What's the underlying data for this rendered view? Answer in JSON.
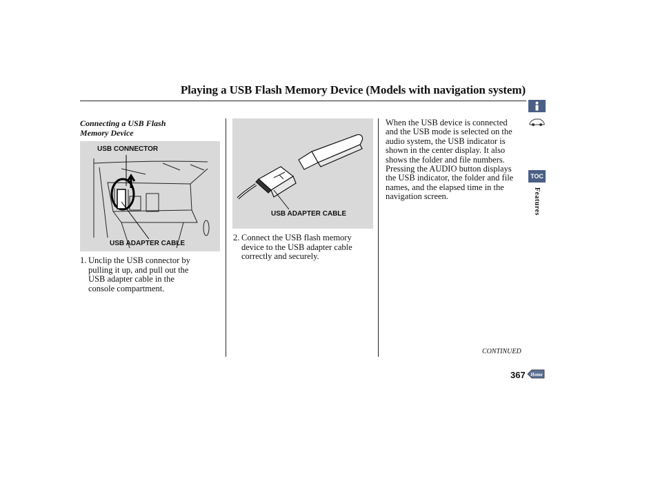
{
  "page": {
    "title": "Playing a USB Flash Memory Device (Models with navigation system)",
    "subheading": "Connecting a USB Flash Memory Device",
    "figure1": {
      "callout_top": "USB CONNECTOR",
      "callout_bottom": "USB ADAPTER CABLE"
    },
    "figure2": {
      "callout": "USB ADAPTER CABLE"
    },
    "step1": {
      "number": "1.",
      "lines": [
        "Unclip the USB connector by",
        "pulling it up, and pull out the",
        "USB adapter cable in the",
        "console compartment."
      ]
    },
    "step2": {
      "number": "2.",
      "lines": [
        "Connect the USB flash memory",
        "device to the USB adapter cable",
        "correctly and securely."
      ]
    },
    "body_lines": [
      "When the USB device is connected",
      "and the USB mode is selected on the",
      "audio system, the USB indicator is",
      "shown in the center display. It also",
      "shows the folder and file numbers.",
      "Pressing the AUDIO button displays",
      "the USB indicator, the folder and file",
      "names, and the elapsed time in the",
      "navigation screen."
    ],
    "continued": "CONTINUED",
    "page_number": "367",
    "home_label": "Home",
    "toc_label": "TOC",
    "side_tab": "Features"
  }
}
